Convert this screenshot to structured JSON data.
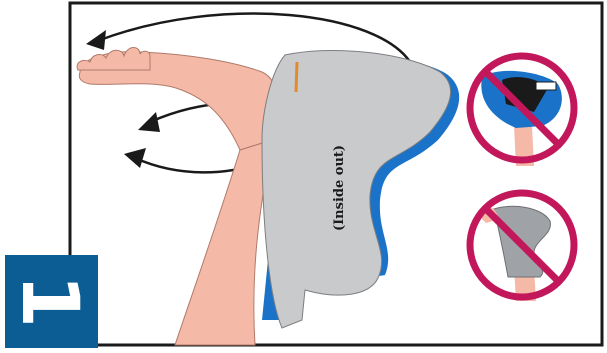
{
  "sock": {
    "label": "(Inside out)",
    "sock_color": "#c9cacc",
    "band_color": "#1a73c8",
    "accent_color": "#e58a2b"
  },
  "step": {
    "number": "1",
    "badge_color": "#0b5d93"
  },
  "prohibited": {
    "ring_color": "#c2185b",
    "items": [
      {
        "name": "foot-in-heel-wrong-way"
      },
      {
        "name": "sock-not-turned-inside-out"
      }
    ]
  },
  "skin_color": "#f4b9a7",
  "arrow_count": 3
}
